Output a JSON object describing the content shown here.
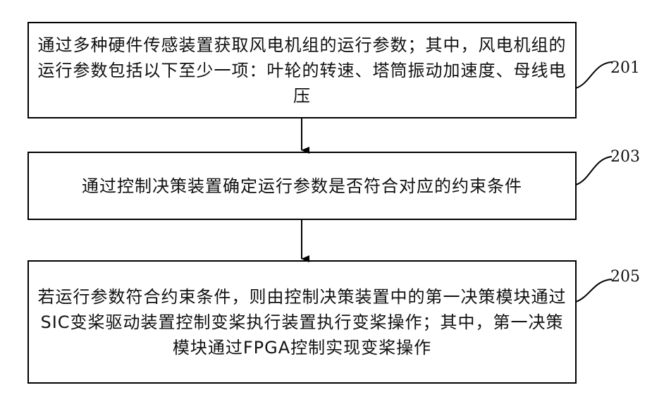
{
  "steps": [
    {
      "ref": "201",
      "text": "通过多种硬件传感装置获取风电机组的运行参数；其中，风电机组的运行参数包括以下至少一项：叶轮的转速、塔筒振动加速度、母线电压"
    },
    {
      "ref": "203",
      "text": "通过控制决策装置确定运行参数是否符合对应的约束条件"
    },
    {
      "ref": "205",
      "text": "若运行参数符合约束条件，则由控制决策装置中的第一决策模块通过SIC变桨驱动装置控制变桨执行装置执行变桨操作；其中，第一决策模块通过FPGA控制实现变桨操作"
    }
  ]
}
